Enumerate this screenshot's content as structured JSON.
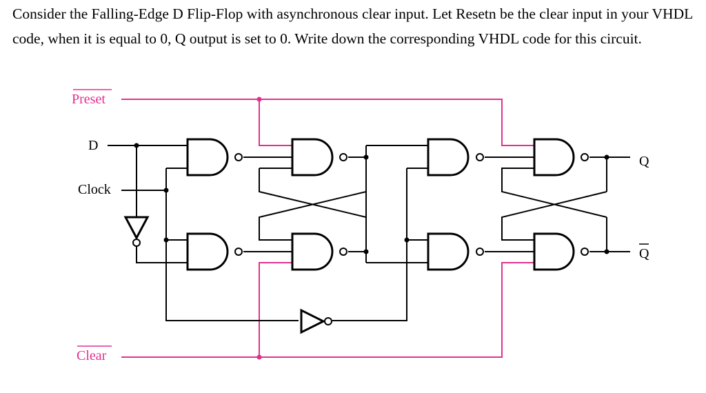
{
  "question": {
    "text": "Consider the Falling-Edge D Flip-Flop with asynchronous clear input. Let Resetn be the clear input in your VHDL code, when it is equal to 0, Q output is set to 0. Write down the corresponding VHDL code for this circuit."
  },
  "diagram": {
    "labels": {
      "preset": "Preset",
      "d": "D",
      "clock": "Clock",
      "clear": "Clear",
      "q": "Q",
      "q_bar": "Q"
    },
    "colors": {
      "wire": "#000000",
      "control_wire": "#e0308f"
    }
  }
}
